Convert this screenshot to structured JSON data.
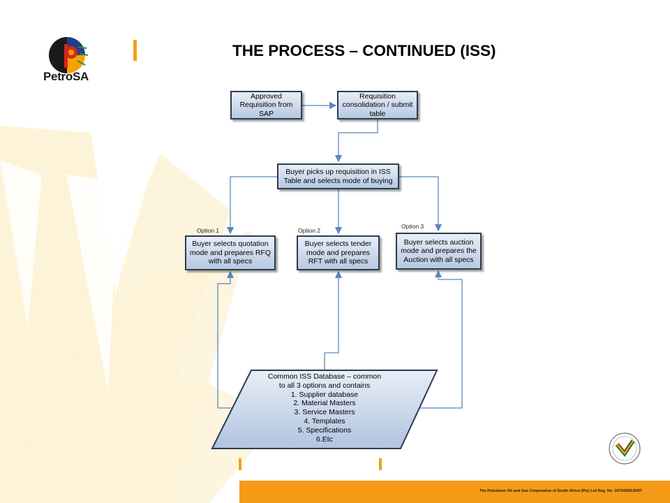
{
  "header": {
    "brand": "PetroSA",
    "title": "THE PROCESS – CONTINUED (ISS)"
  },
  "flow": {
    "approved": [
      "Approved",
      "Requisition from",
      "SAP"
    ],
    "consolidation": [
      "Requisition",
      "consolidation / submit",
      "table"
    ],
    "buyer_picks": [
      "Buyer picks up requisition in ISS",
      "Table and selects mode of buying"
    ],
    "option1_label": "Option 1",
    "option2_label": "Option 2",
    "option3_label": "Option 3",
    "option1": [
      "Buyer selects quotation",
      "mode and prepares RFQ",
      "with all specs"
    ],
    "option2": [
      "Buyer selects tender",
      "mode and prepares",
      "RFT with all specs"
    ],
    "option3": [
      "Buyer selects auction",
      "mode and prepares the",
      "Auction with all specs"
    ],
    "database": [
      "Common ISS Database – common",
      "to all 3 options and contains",
      "1. Supplier database",
      "2. Material Masters",
      "3. Service Masters",
      "4. Templates",
      "5. Specifications",
      "6.Etc"
    ]
  },
  "footer": {
    "text": "The Petroleum Oil and Gas Corporation of South Africa (Pty) Ltd   Reg. No. 1970/008130/07"
  },
  "colors": {
    "accent": "#f59b18",
    "box_border": "#2c3a4e",
    "arrow": "#5b86c0"
  }
}
